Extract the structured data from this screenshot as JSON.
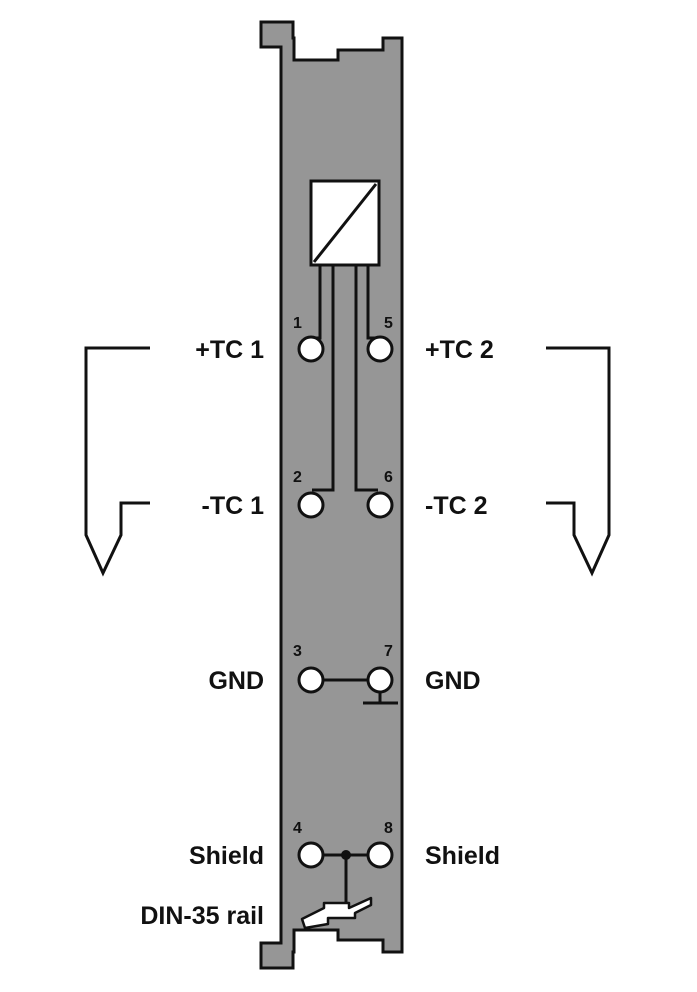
{
  "colors": {
    "module_fill": "#969696",
    "line": "#111111",
    "terminal_fill": "#ffffff"
  },
  "terminals": {
    "t1": "1",
    "t2": "2",
    "t3": "3",
    "t4": "4",
    "t5": "5",
    "t6": "6",
    "t7": "7",
    "t8": "8"
  },
  "labels_left": {
    "tc1_plus": "+TC 1",
    "tc1_minus": "-TC 1",
    "gnd": "GND",
    "shield": "Shield",
    "din_rail": "DIN-35 rail"
  },
  "labels_right": {
    "tc2_plus": "+TC 2",
    "tc2_minus": "-TC 2",
    "gnd": "GND",
    "shield": "Shield"
  }
}
